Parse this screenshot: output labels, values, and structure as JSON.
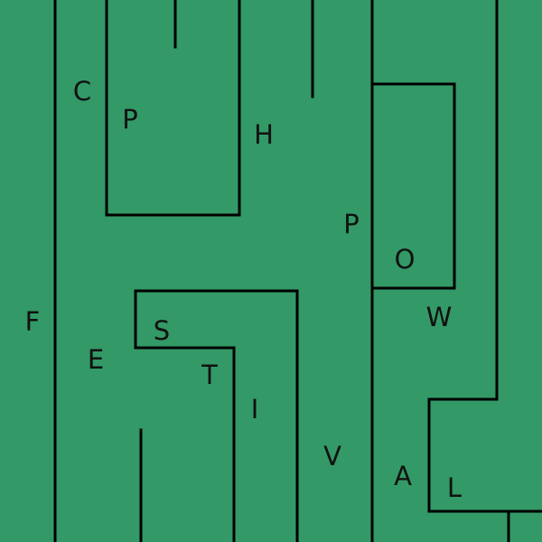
{
  "puzzle": {
    "background_color": "#339966",
    "wall_color": "#000000",
    "letter_color": "#111111",
    "letters": [
      "C",
      "P",
      "H",
      "P",
      "O",
      "W",
      "F",
      "E",
      "S",
      "T",
      "I",
      "V",
      "A",
      "L"
    ]
  }
}
